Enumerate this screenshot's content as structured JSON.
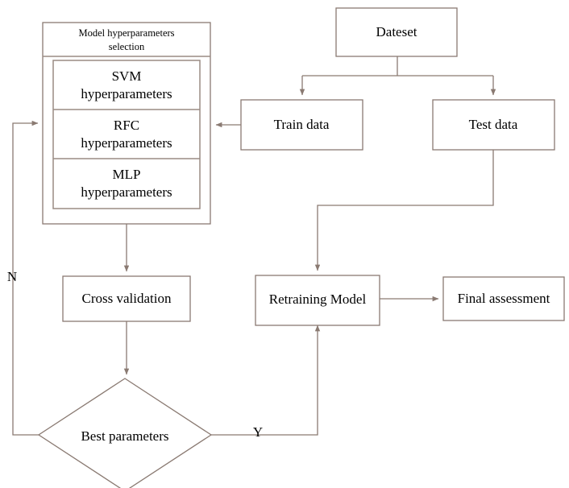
{
  "diagram": {
    "title": "Model hyperparameter selection and evaluation flowchart",
    "colors": {
      "line": "#8a7a72",
      "inner_line": "#9a8c84",
      "background": "#ffffff",
      "text": "#000000"
    },
    "nodes": {
      "dataset": {
        "label": "Dateset",
        "shape": "rect"
      },
      "train_data": {
        "label": "Train data",
        "shape": "rect"
      },
      "test_data": {
        "label": "Test data",
        "shape": "rect"
      },
      "hyperparam_group": {
        "label": "Model hyperparameters selection",
        "shape": "rect-group"
      },
      "svm": {
        "line1": "SVM",
        "line2": "hyperparameters",
        "shape": "rect"
      },
      "rfc": {
        "line1": "RFC",
        "line2": "hyperparameters",
        "shape": "rect"
      },
      "mlp": {
        "line1": "MLP",
        "line2": "hyperparameters",
        "shape": "rect"
      },
      "cross_validation": {
        "label": "Cross validation",
        "shape": "rect"
      },
      "best_parameters": {
        "label": "Best parameters",
        "shape": "diamond"
      },
      "retraining_model": {
        "label": "Retraining Model",
        "shape": "rect"
      },
      "final_assessment": {
        "label": "Final assessment",
        "shape": "rect"
      }
    },
    "edge_labels": {
      "no_branch": "N",
      "yes_branch": "Y"
    },
    "edges": [
      {
        "from": "dataset",
        "to": "train_data",
        "label": ""
      },
      {
        "from": "dataset",
        "to": "test_data",
        "label": ""
      },
      {
        "from": "train_data",
        "to": "hyperparam_group",
        "label": ""
      },
      {
        "from": "hyperparam_group",
        "to": "cross_validation",
        "label": ""
      },
      {
        "from": "cross_validation",
        "to": "best_parameters",
        "label": ""
      },
      {
        "from": "best_parameters",
        "to": "hyperparam_group",
        "label": "N"
      },
      {
        "from": "best_parameters",
        "to": "retraining_model",
        "label": "Y"
      },
      {
        "from": "test_data",
        "to": "retraining_model",
        "label": ""
      },
      {
        "from": "retraining_model",
        "to": "final_assessment",
        "label": ""
      }
    ]
  }
}
